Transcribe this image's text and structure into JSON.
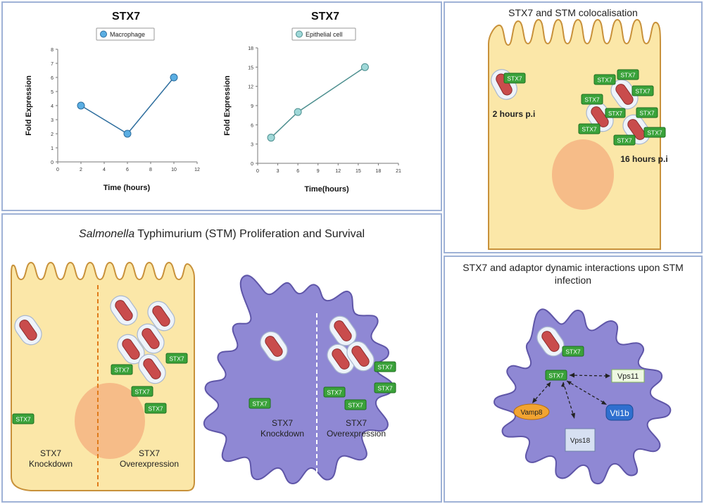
{
  "panels": {
    "charts": {
      "macrophage_chart_title": "STX7",
      "epithelial_chart_title": "STX7"
    },
    "coloc": {
      "title": "STX7 and STM colocalisation",
      "label_early": "2 hours p.i",
      "label_late": "16 hours p.i",
      "stx7_tag": "STX7"
    },
    "proliferation": {
      "title_italic": "Salmonella",
      "title_rest": " Typhimurium (STM) Proliferation and Survival",
      "epithelial_left_line1": "STX7",
      "epithelial_left_line2": "Knockdown",
      "epithelial_right_line1": "STX7",
      "epithelial_right_line2": "Overexpression",
      "macro_left_line1": "STX7",
      "macro_left_line2": "Knockdown",
      "macro_right_line1": "STX7",
      "macro_right_line2": "Overexpression",
      "stx7_tag": "STX7"
    },
    "adaptor": {
      "title": "STX7 and adaptor dynamic interactions upon STM infection",
      "stx7_tag": "STX7",
      "vps11": "Vps11",
      "vamp8": "Vamp8",
      "vti1b": "Vti1b",
      "vps18": "Vps18"
    }
  },
  "colors": {
    "panel_border": "#9fb2d6",
    "epithelial_fill": "#fbe7a8",
    "epithelial_stroke": "#c8913a",
    "nucleus": "#f4b483",
    "macrophage_fill": "#8f88d4",
    "macrophage_stroke": "#5f56a8",
    "stx7_green": "#3aa23a",
    "bacterium": "#c94c4c",
    "macrophage_series": "#5aaee3",
    "epithelial_series": "#9fd8d8"
  },
  "chart_data": [
    {
      "type": "line",
      "title": "STX7",
      "series": [
        {
          "name": "Macrophage",
          "x": [
            2,
            6,
            10
          ],
          "values": [
            4,
            2,
            6
          ]
        }
      ],
      "xlabel": "Time (hours)",
      "ylabel": "Fold Expression",
      "xlim": [
        0,
        12
      ],
      "ylim": [
        0,
        8
      ],
      "xticks": [
        0,
        2,
        4,
        6,
        8,
        10,
        12
      ],
      "yticks": [
        0,
        1,
        2,
        3,
        4,
        5,
        6,
        7,
        8
      ],
      "grid": false,
      "legend": "top"
    },
    {
      "type": "line",
      "title": "STX7",
      "series": [
        {
          "name": "Epithelial cell",
          "x": [
            2,
            6,
            16
          ],
          "values": [
            4,
            8,
            15
          ]
        }
      ],
      "xlabel": "Time(hours)",
      "ylabel": "Fold Expression",
      "xlim": [
        0,
        21
      ],
      "ylim": [
        0,
        18
      ],
      "xticks": [
        0,
        3,
        6,
        9,
        12,
        15,
        18,
        21
      ],
      "yticks": [
        0,
        3,
        6,
        9,
        12,
        15,
        18
      ],
      "grid": false,
      "legend": "top"
    }
  ]
}
